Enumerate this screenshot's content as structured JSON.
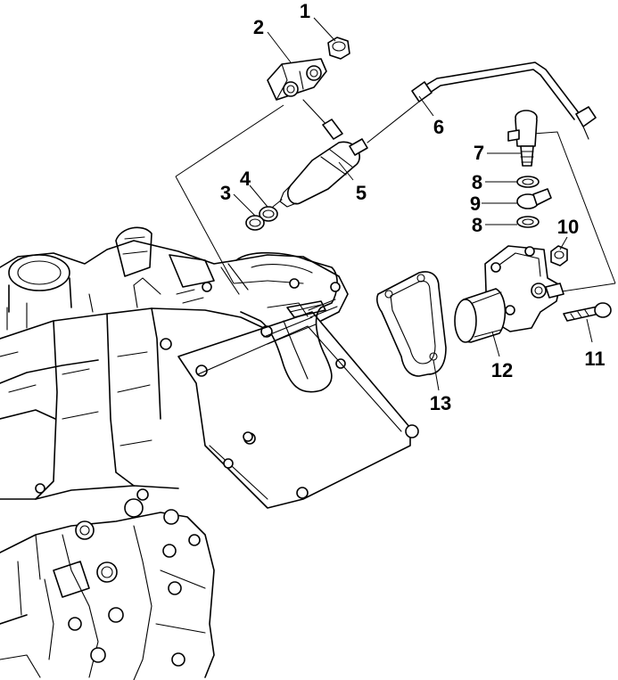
{
  "diagram": {
    "callouts": [
      "1",
      "2",
      "3",
      "4",
      "5",
      "6",
      "7",
      "8",
      "9",
      "8",
      "10",
      "11",
      "12",
      "13"
    ]
  }
}
